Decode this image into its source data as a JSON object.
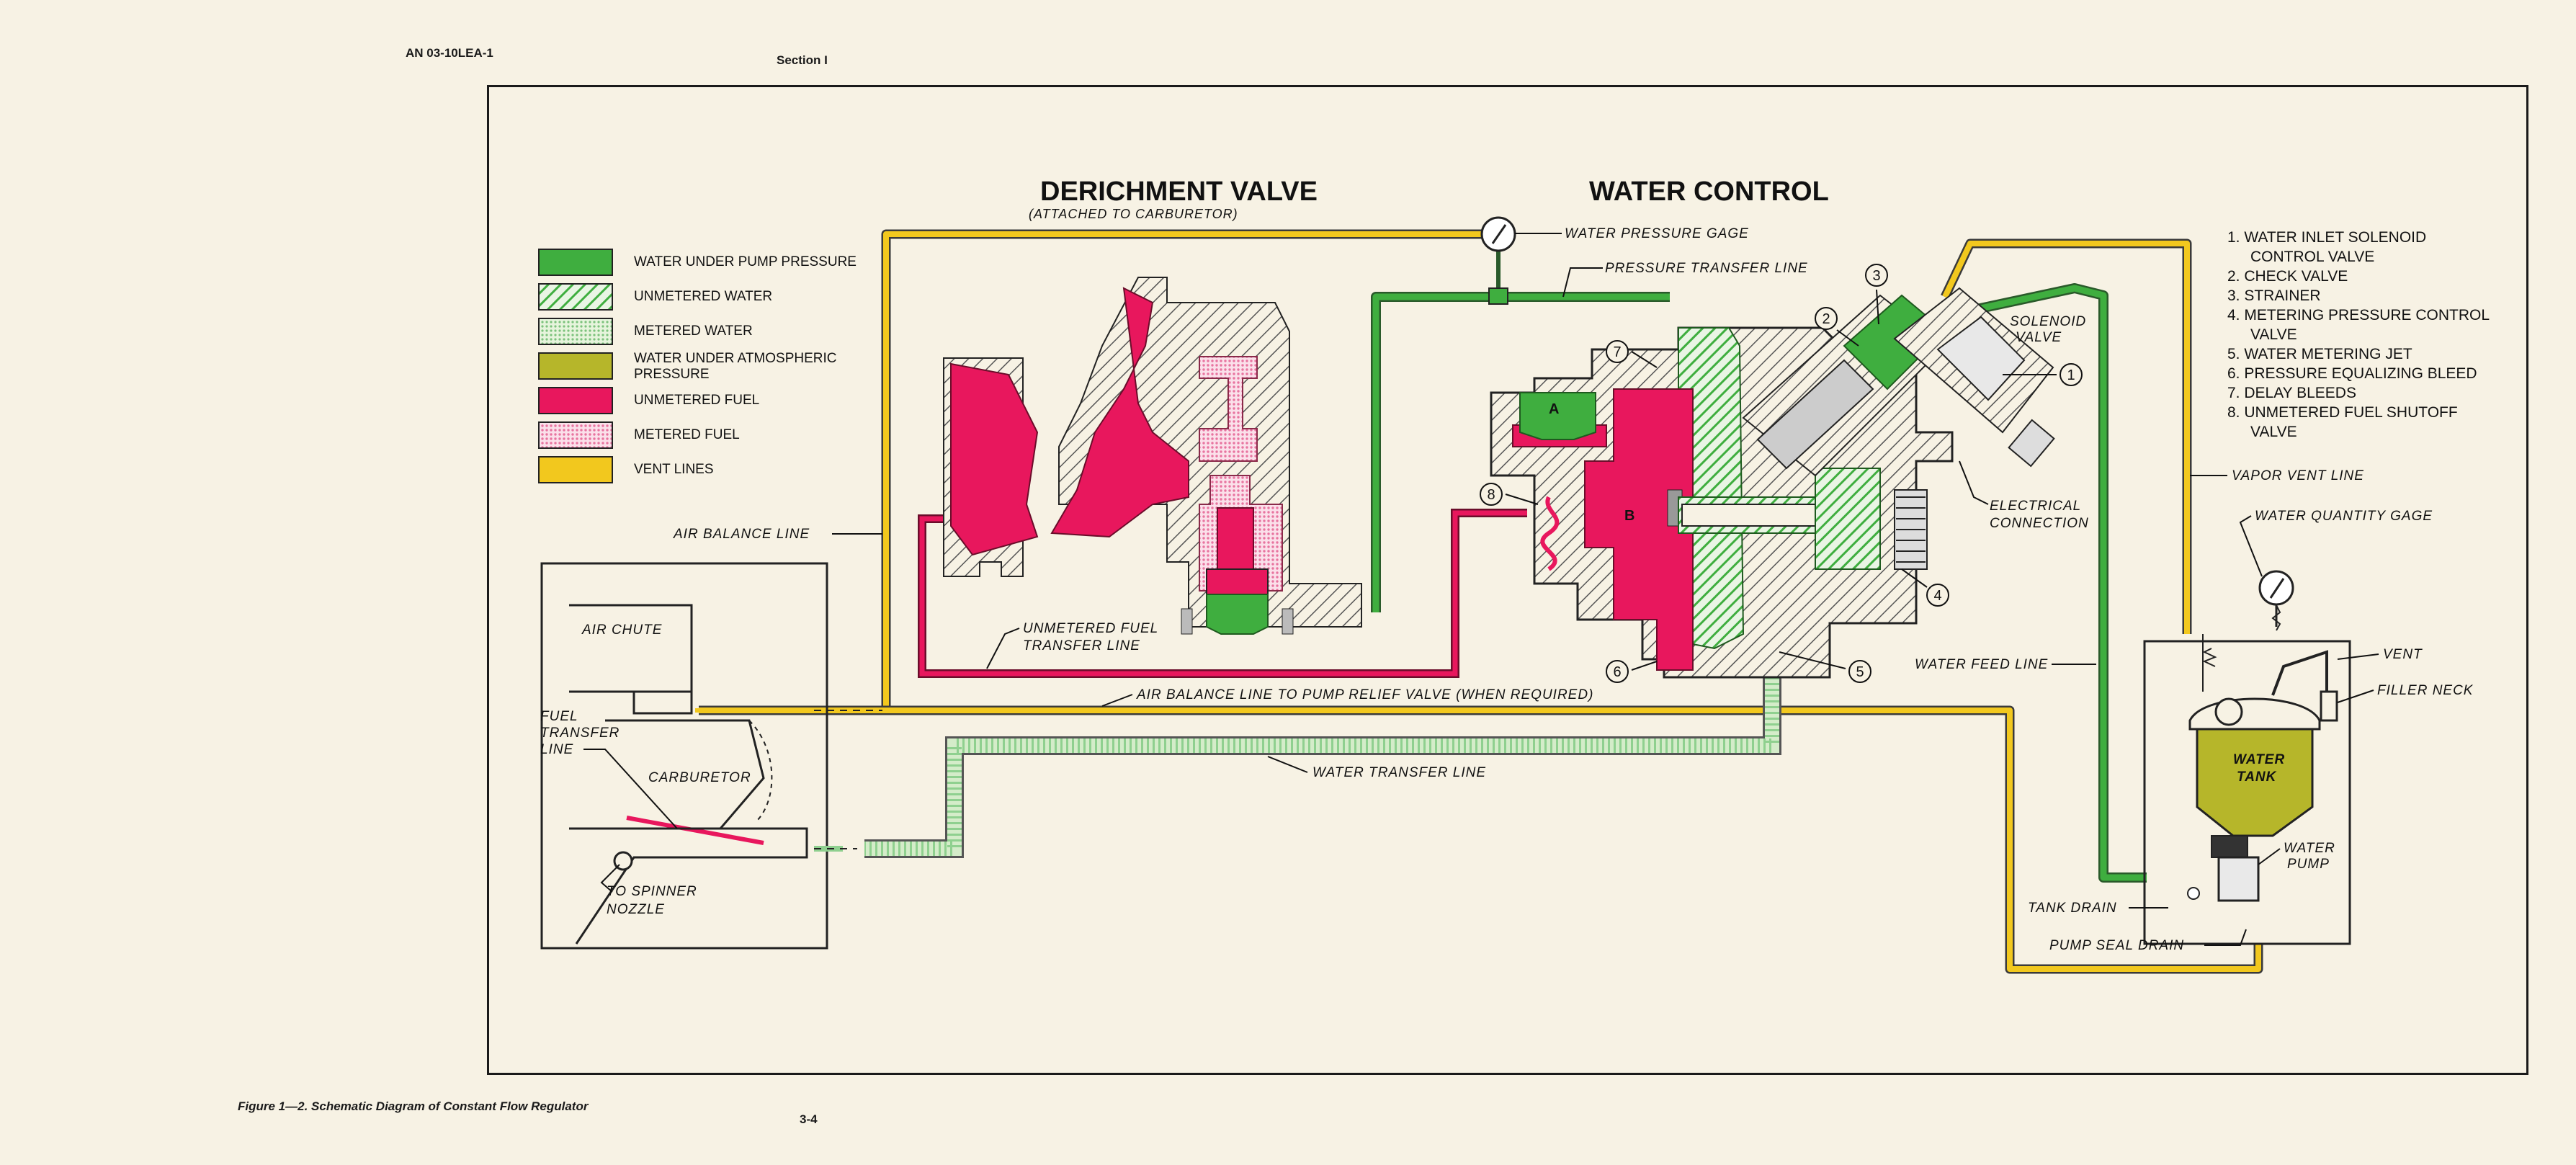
{
  "header": {
    "doc_number": "AN 03-10LEA-1",
    "section": "Section I",
    "page_number": "3-4",
    "caption": "Figure 1—2. Schematic Diagram of Constant Flow Regulator"
  },
  "titles": {
    "derichment": "DERICHMENT VALVE",
    "derichment_sub": "(ATTACHED TO CARBURETOR)",
    "water_control": "WATER CONTROL"
  },
  "legend": [
    {
      "label_lines": [
        "WATER UNDER PUMP PRESSURE"
      ],
      "color": "#3fae3f",
      "pattern": "solid"
    },
    {
      "label_lines": [
        "UNMETERED WATER"
      ],
      "color": "#3fae3f",
      "pattern": "hatch"
    },
    {
      "label_lines": [
        "METERED WATER"
      ],
      "color": "#8fd08f",
      "pattern": "dots"
    },
    {
      "label_lines": [
        "WATER UNDER ATMOSPHERIC",
        "PRESSURE"
      ],
      "color": "#b6b62a",
      "pattern": "solid"
    },
    {
      "label_lines": [
        "UNMETERED FUEL"
      ],
      "color": "#e8175d",
      "pattern": "solid"
    },
    {
      "label_lines": [
        "METERED FUEL"
      ],
      "color": "#f29bb9",
      "pattern": "dots"
    },
    {
      "label_lines": [
        "VENT LINES"
      ],
      "color": "#f2c81e",
      "pattern": "solid"
    }
  ],
  "key_list": [
    [
      "1. WATER INLET SOLENOID",
      "CONTROL VALVE"
    ],
    [
      "2. CHECK VALVE"
    ],
    [
      "3. STRAINER"
    ],
    [
      "4. METERING PRESSURE CONTROL",
      "VALVE"
    ],
    [
      "5. WATER METERING JET"
    ],
    [
      "6. PRESSURE EQUALIZING BLEED"
    ],
    [
      "7. DELAY BLEEDS"
    ],
    [
      "8. UNMETERED FUEL SHUTOFF",
      "VALVE"
    ]
  ],
  "callouts": {
    "water_pressure_gage": "WATER PRESSURE GAGE",
    "pressure_transfer_line": "PRESSURE TRANSFER LINE",
    "solenoid_valve": [
      "SOLENOID",
      "VALVE"
    ],
    "electrical_connection": [
      "ELECTRICAL",
      "CONNECTION"
    ],
    "vapor_vent_line": "VAPOR VENT LINE",
    "water_quantity_gage": "WATER QUANTITY GAGE",
    "vent": "VENT",
    "filler_neck": "FILLER NECK",
    "water_tank": [
      "WATER",
      "TANK"
    ],
    "water_pump": [
      "WATER",
      "PUMP"
    ],
    "tank_drain": "TANK DRAIN",
    "pump_seal_drain": "PUMP SEAL DRAIN",
    "water_feed_line": "WATER FEED LINE",
    "air_balance_line": "AIR BALANCE LINE",
    "air_balance_relief": "AIR BALANCE LINE TO PUMP RELIEF VALVE   (WHEN REQUIRED)",
    "water_transfer_line": "WATER TRANSFER LINE",
    "unmetered_fuel_transfer": [
      "UNMETERED FUEL",
      "TRANSFER LINE"
    ],
    "air_chute": "AIR CHUTE",
    "fuel_transfer_line": [
      "FUEL",
      "TRANSFER",
      "LINE"
    ],
    "carburetor": "CARBURETOR",
    "to_spinner_nozzle": [
      "TO SPINNER",
      "NOZZLE"
    ],
    "chamber_a": "A",
    "chamber_b": "B"
  },
  "part_numbers": [
    "1",
    "2",
    "3",
    "4",
    "5",
    "6",
    "7",
    "8"
  ],
  "colors": {
    "paper": "#f7f2e4",
    "water_pressure": "#3fae3f",
    "unmetered_fuel": "#e8175d",
    "metered_fuel": "#f29bb9",
    "vent": "#f2c81e",
    "atmospheric_water": "#b6b62a"
  }
}
